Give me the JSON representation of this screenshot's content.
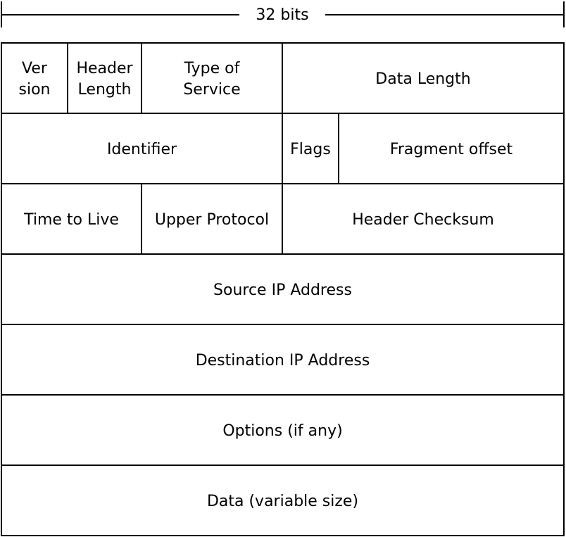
{
  "width_label": "32 bits",
  "rows": [
    [
      {
        "lines": [
          "Ver",
          "sion"
        ]
      },
      {
        "lines": [
          "Header",
          "Length"
        ]
      },
      {
        "lines": [
          "Type of",
          "Service"
        ]
      },
      {
        "lines": [
          "Data Length"
        ]
      }
    ],
    [
      {
        "lines": [
          "Identifier"
        ]
      },
      {
        "lines": [
          "Flags"
        ]
      },
      {
        "lines": [
          "Fragment offset"
        ]
      }
    ],
    [
      {
        "lines": [
          "Time to Live"
        ]
      },
      {
        "lines": [
          "Upper Protocol"
        ]
      },
      {
        "lines": [
          "Header Checksum"
        ]
      }
    ],
    [
      {
        "lines": [
          "Source IP Address"
        ]
      }
    ],
    [
      {
        "lines": [
          "Destination IP Address"
        ]
      }
    ],
    [
      {
        "lines": [
          "Options (if any)"
        ]
      }
    ],
    [
      {
        "lines": [
          "Data (variable size)"
        ]
      }
    ]
  ]
}
